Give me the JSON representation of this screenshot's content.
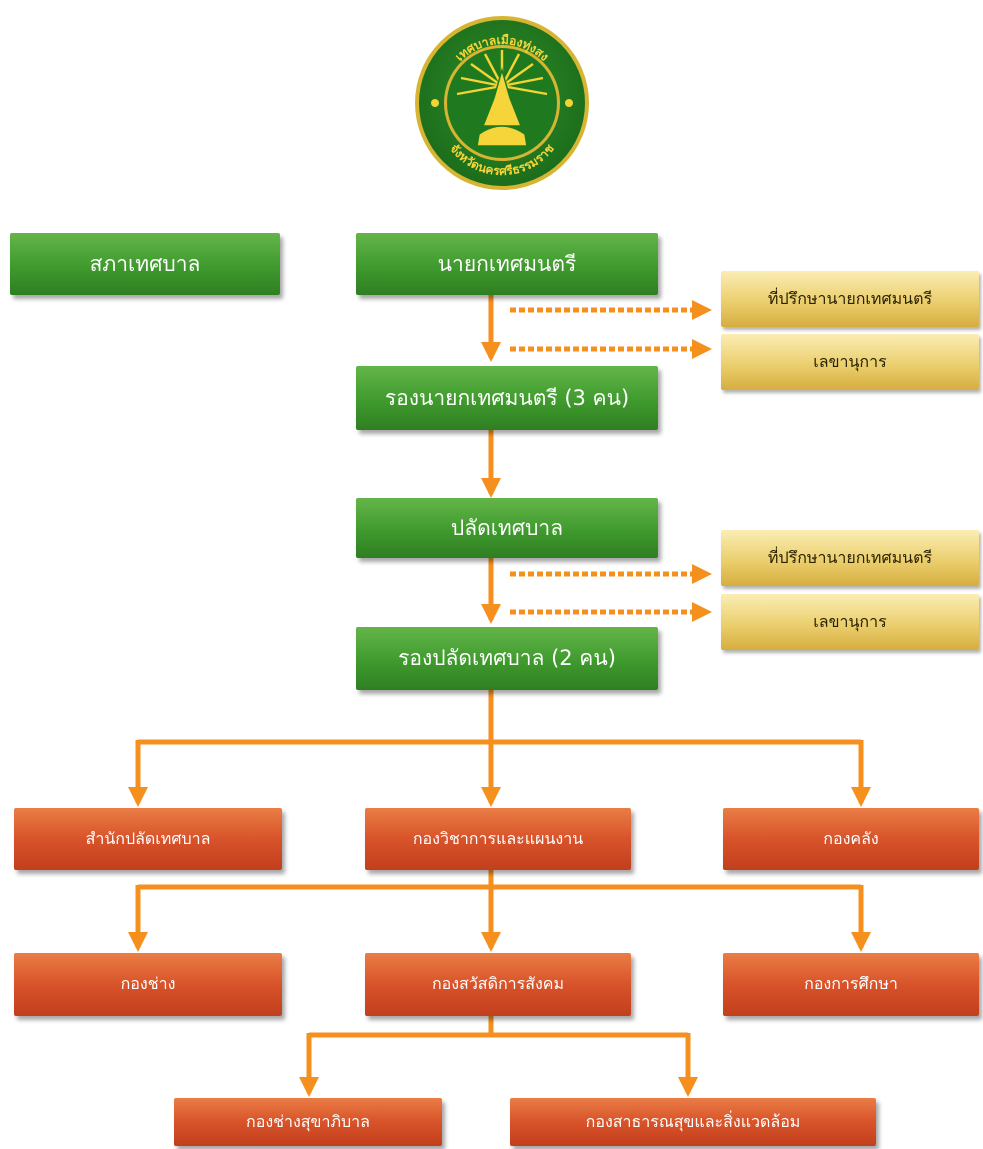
{
  "seal": {
    "top_text": "เทศบาลเมืองทุ่งสง",
    "bottom_text": "จังหวัดนครศรีธรรมราช"
  },
  "colors": {
    "connector": "#f5901e",
    "executive": "#3f9a2d",
    "advisor": "#ebcf6e",
    "division": "#d8532a"
  },
  "nodes": {
    "council": "สภาเทศบาล",
    "mayor": "นายกเทศมนตรี",
    "mayor_advisor": "ที่ปรึกษานายกเทศมนตรี",
    "mayor_secretary": "เลขานุการ",
    "deputy_mayor": "รองนายกเทศมนตรี (3 คน)",
    "clerk": "ปลัดเทศบาล",
    "clerk_advisor": "ที่ปรึกษานายกเทศมนตรี",
    "clerk_secretary": "เลขานุการ",
    "deputy_clerk": "รองปลัดเทศบาล (2 คน)",
    "clerk_office": "สำนักปลัดเทศบาล",
    "academic_planning": "กองวิชาการและแผนงาน",
    "finance": "กองคลัง",
    "engineering": "กองช่าง",
    "social_welfare": "กองสวัสดิการสังคม",
    "education": "กองการศึกษา",
    "sanitation": "กองช่างสุขาภิบาล",
    "public_health": "กองสาธารณสุขและสิ่งแวดล้อม"
  }
}
